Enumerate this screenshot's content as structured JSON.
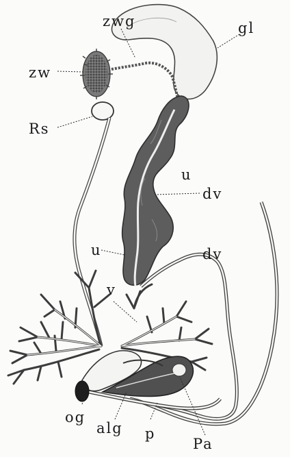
{
  "labels": {
    "zwg": "zwg",
    "gl": "gl",
    "zw": "zw",
    "rs": "Rs",
    "u_upper": "u",
    "dv_upper": "dv",
    "u_lower": "u",
    "dv_lower": "dv",
    "v": "v",
    "og": "og",
    "alg": "alg",
    "p": "p",
    "pa": "Pa"
  }
}
